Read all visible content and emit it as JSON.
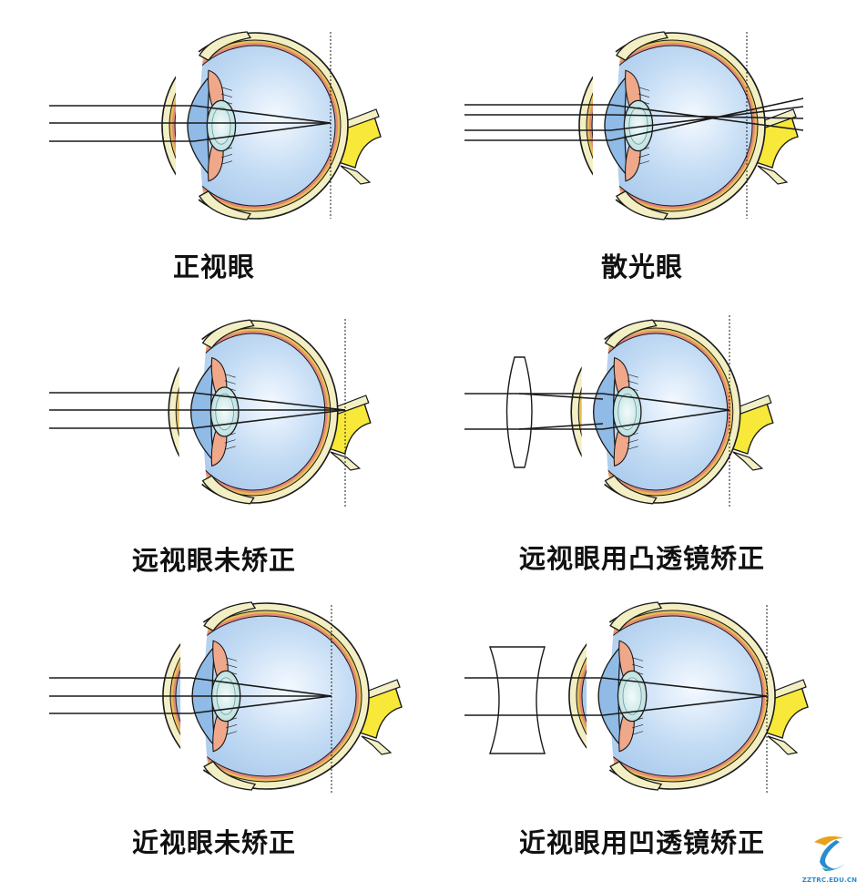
{
  "panels": [
    {
      "id": "emmetropia",
      "caption": "正视眼"
    },
    {
      "id": "astigmatism",
      "caption": "散光眼"
    },
    {
      "id": "hyperopia-uncorrected",
      "caption": "远视眼未矫正"
    },
    {
      "id": "hyperopia-convex-corrected",
      "caption": "远视眼用凸透镜矫正"
    },
    {
      "id": "myopia-uncorrected",
      "caption": "近视眼未矫正"
    },
    {
      "id": "myopia-concave-corrected",
      "caption": "近视眼用凹透镜矫正"
    }
  ],
  "logo": {
    "text": "ZZTRC.EDU.CN"
  },
  "colors": {
    "vitreous": "#a9c9ec",
    "sclera": "#f3efc4",
    "retina": "#e6bf55",
    "iris": "#f0a88a",
    "cornea": "#8fbbe6",
    "optic_nerve": "#f8e83a",
    "outline": "#1a1a1a"
  }
}
